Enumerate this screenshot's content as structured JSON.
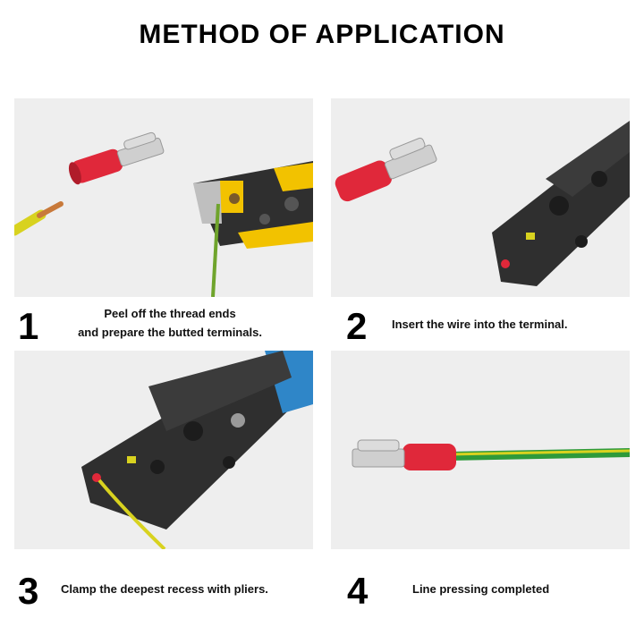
{
  "title": "METHOD OF APPLICATION",
  "steps": [
    {
      "number": "1",
      "caption_line1": "Peel off the thread ends",
      "caption_line2": "and prepare the butted terminals."
    },
    {
      "number": "2",
      "caption": "Insert the wire into the terminal."
    },
    {
      "number": "3",
      "caption": "Clamp the deepest recess with pliers."
    },
    {
      "number": "4",
      "caption": "Line pressing completed"
    }
  ],
  "colors": {
    "panel_bg": "#eeeeee",
    "terminal_red": "#e0283a",
    "wire_yellow": "#d8d21f",
    "wire_green": "#2e9a3a",
    "copper": "#c8793a",
    "plier_body": "#2f2f2f",
    "handle_yellow": "#f2c200",
    "handle_blue": "#2f86c8"
  }
}
